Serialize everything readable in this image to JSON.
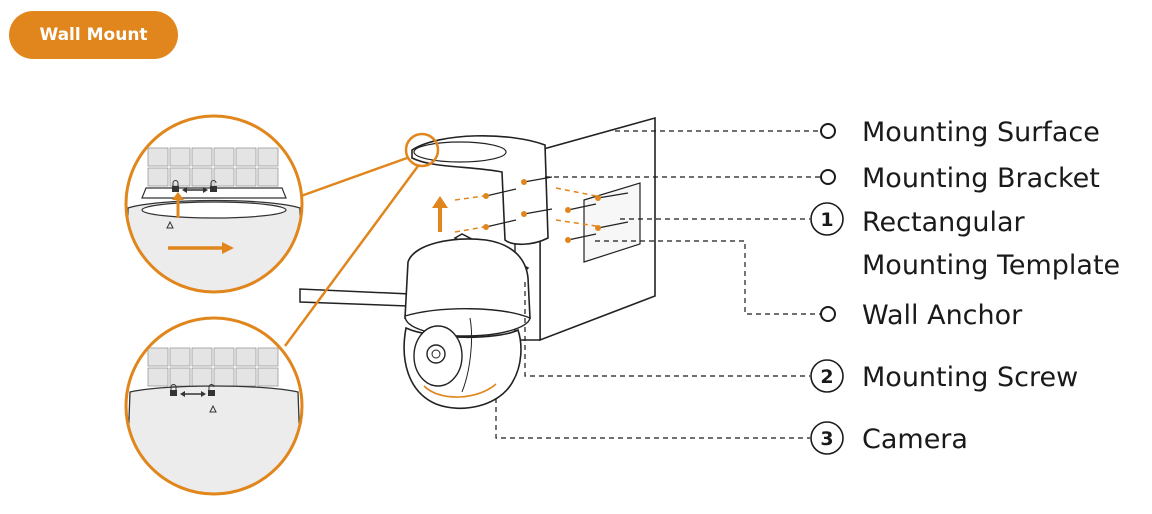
{
  "header": {
    "badge_label": "Wall Mount"
  },
  "colors": {
    "accent": "#e0861c",
    "line": "#1a1a1a"
  },
  "callouts": [
    {
      "id": "mounting-surface",
      "marker": "",
      "label": "Mounting Surface"
    },
    {
      "id": "mounting-bracket",
      "marker": "",
      "label": "Mounting Bracket"
    },
    {
      "id": "rectangular-mounting-template",
      "marker": "1",
      "label_line1": "Rectangular",
      "label_line2": "Mounting Template"
    },
    {
      "id": "wall-anchor",
      "marker": "",
      "label": "Wall Anchor"
    },
    {
      "id": "mounting-screw",
      "marker": "2",
      "label": "Mounting Screw"
    },
    {
      "id": "camera",
      "marker": "3",
      "label": "Camera"
    }
  ],
  "icons": [
    "lock-icon",
    "unlock-icon",
    "double-arrow-icon",
    "triangle-mark-icon",
    "up-arrow-icon",
    "right-arrow-icon"
  ]
}
